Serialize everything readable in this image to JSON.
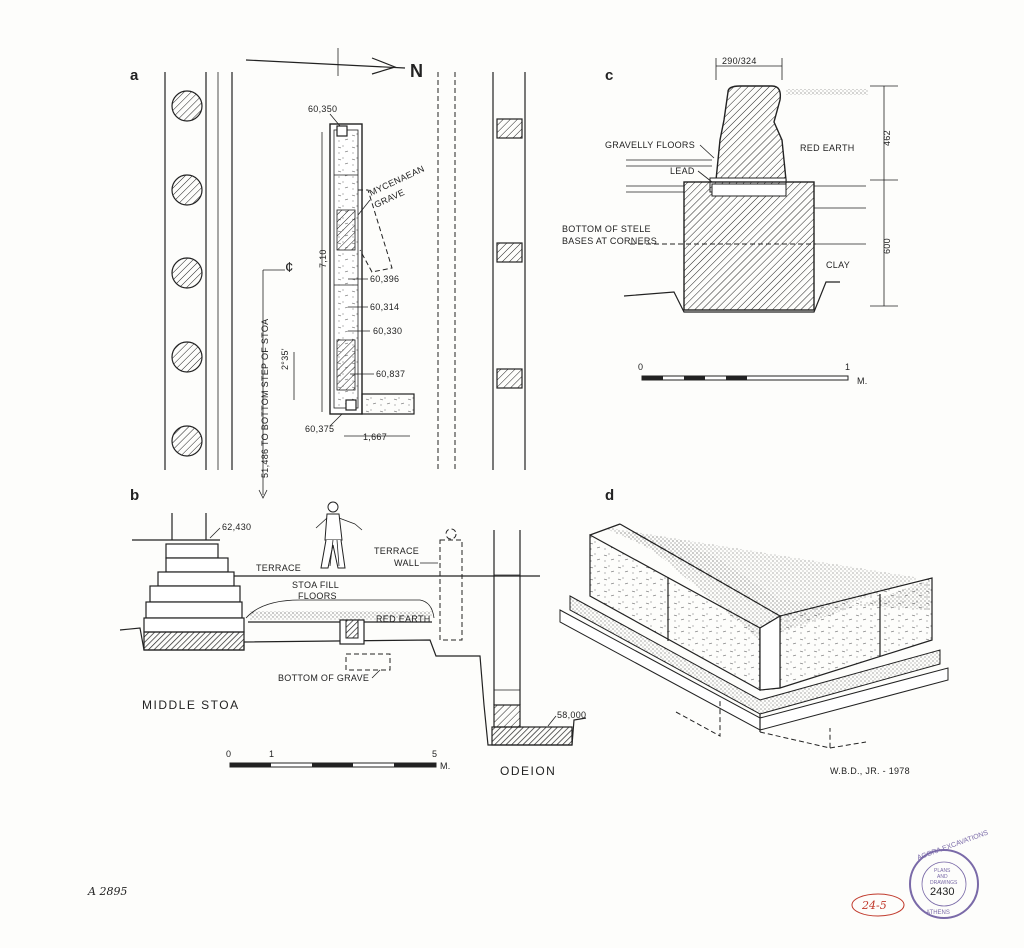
{
  "panels": {
    "a": "a",
    "b": "b",
    "c": "c",
    "d": "d"
  },
  "north_arrow": "N",
  "panel_a": {
    "elevations": [
      "60,350",
      "60,396",
      "60,314",
      "60,330",
      "60,837",
      "60,375"
    ],
    "grave_label": [
      "MYCENAEAN",
      "GRAVE"
    ],
    "length": "7,10",
    "width": "1,667",
    "angle": "2°35'",
    "centerline": "¢",
    "distance": "51,486 TO BOTTOM STEP OF STOA"
  },
  "panel_b": {
    "elev_top": "62,430",
    "elev_bottom": "58,000",
    "terrace": "TERRACE",
    "terrace_wall": [
      "TERRACE",
      "WALL"
    ],
    "stoa_fill": [
      "STOA FILL",
      "FLOORS"
    ],
    "red_earth": "RED EARTH",
    "bottom_grave": "BOTTOM OF GRAVE",
    "middle_stoa": "MIDDLE STOA",
    "odeion": "ODEION",
    "scale_labels": [
      "0",
      "1",
      "5"
    ],
    "scale_unit": "M."
  },
  "panel_c": {
    "top_dim": "290/324",
    "dim_upper": "462",
    "dim_lower": "600",
    "gravelly": "GRAVELLY FLOORS",
    "lead": "LEAD",
    "red_earth": "RED EARTH",
    "stele_bases": [
      "BOTTOM OF STELE",
      "BASES AT CORNERS"
    ],
    "clay": "CLAY",
    "scale_labels": [
      "0",
      "1"
    ],
    "scale_unit": "M."
  },
  "panel_d": {
    "credit": "W.B.D., JR. - 1978"
  },
  "catalog_number": "A 2895",
  "stamp": {
    "text_top": "AGORA EXCAVATIONS",
    "text_mid": [
      "PLANS",
      "AND",
      "DRAWINGS"
    ],
    "number": "2430",
    "text_bottom": "ATHENS"
  },
  "red_tag": "24-5",
  "colors": {
    "ink": "#222222",
    "stamp": "#7a6aa8",
    "red_tag": "#c0392b",
    "paper": "#fdfdfb"
  }
}
